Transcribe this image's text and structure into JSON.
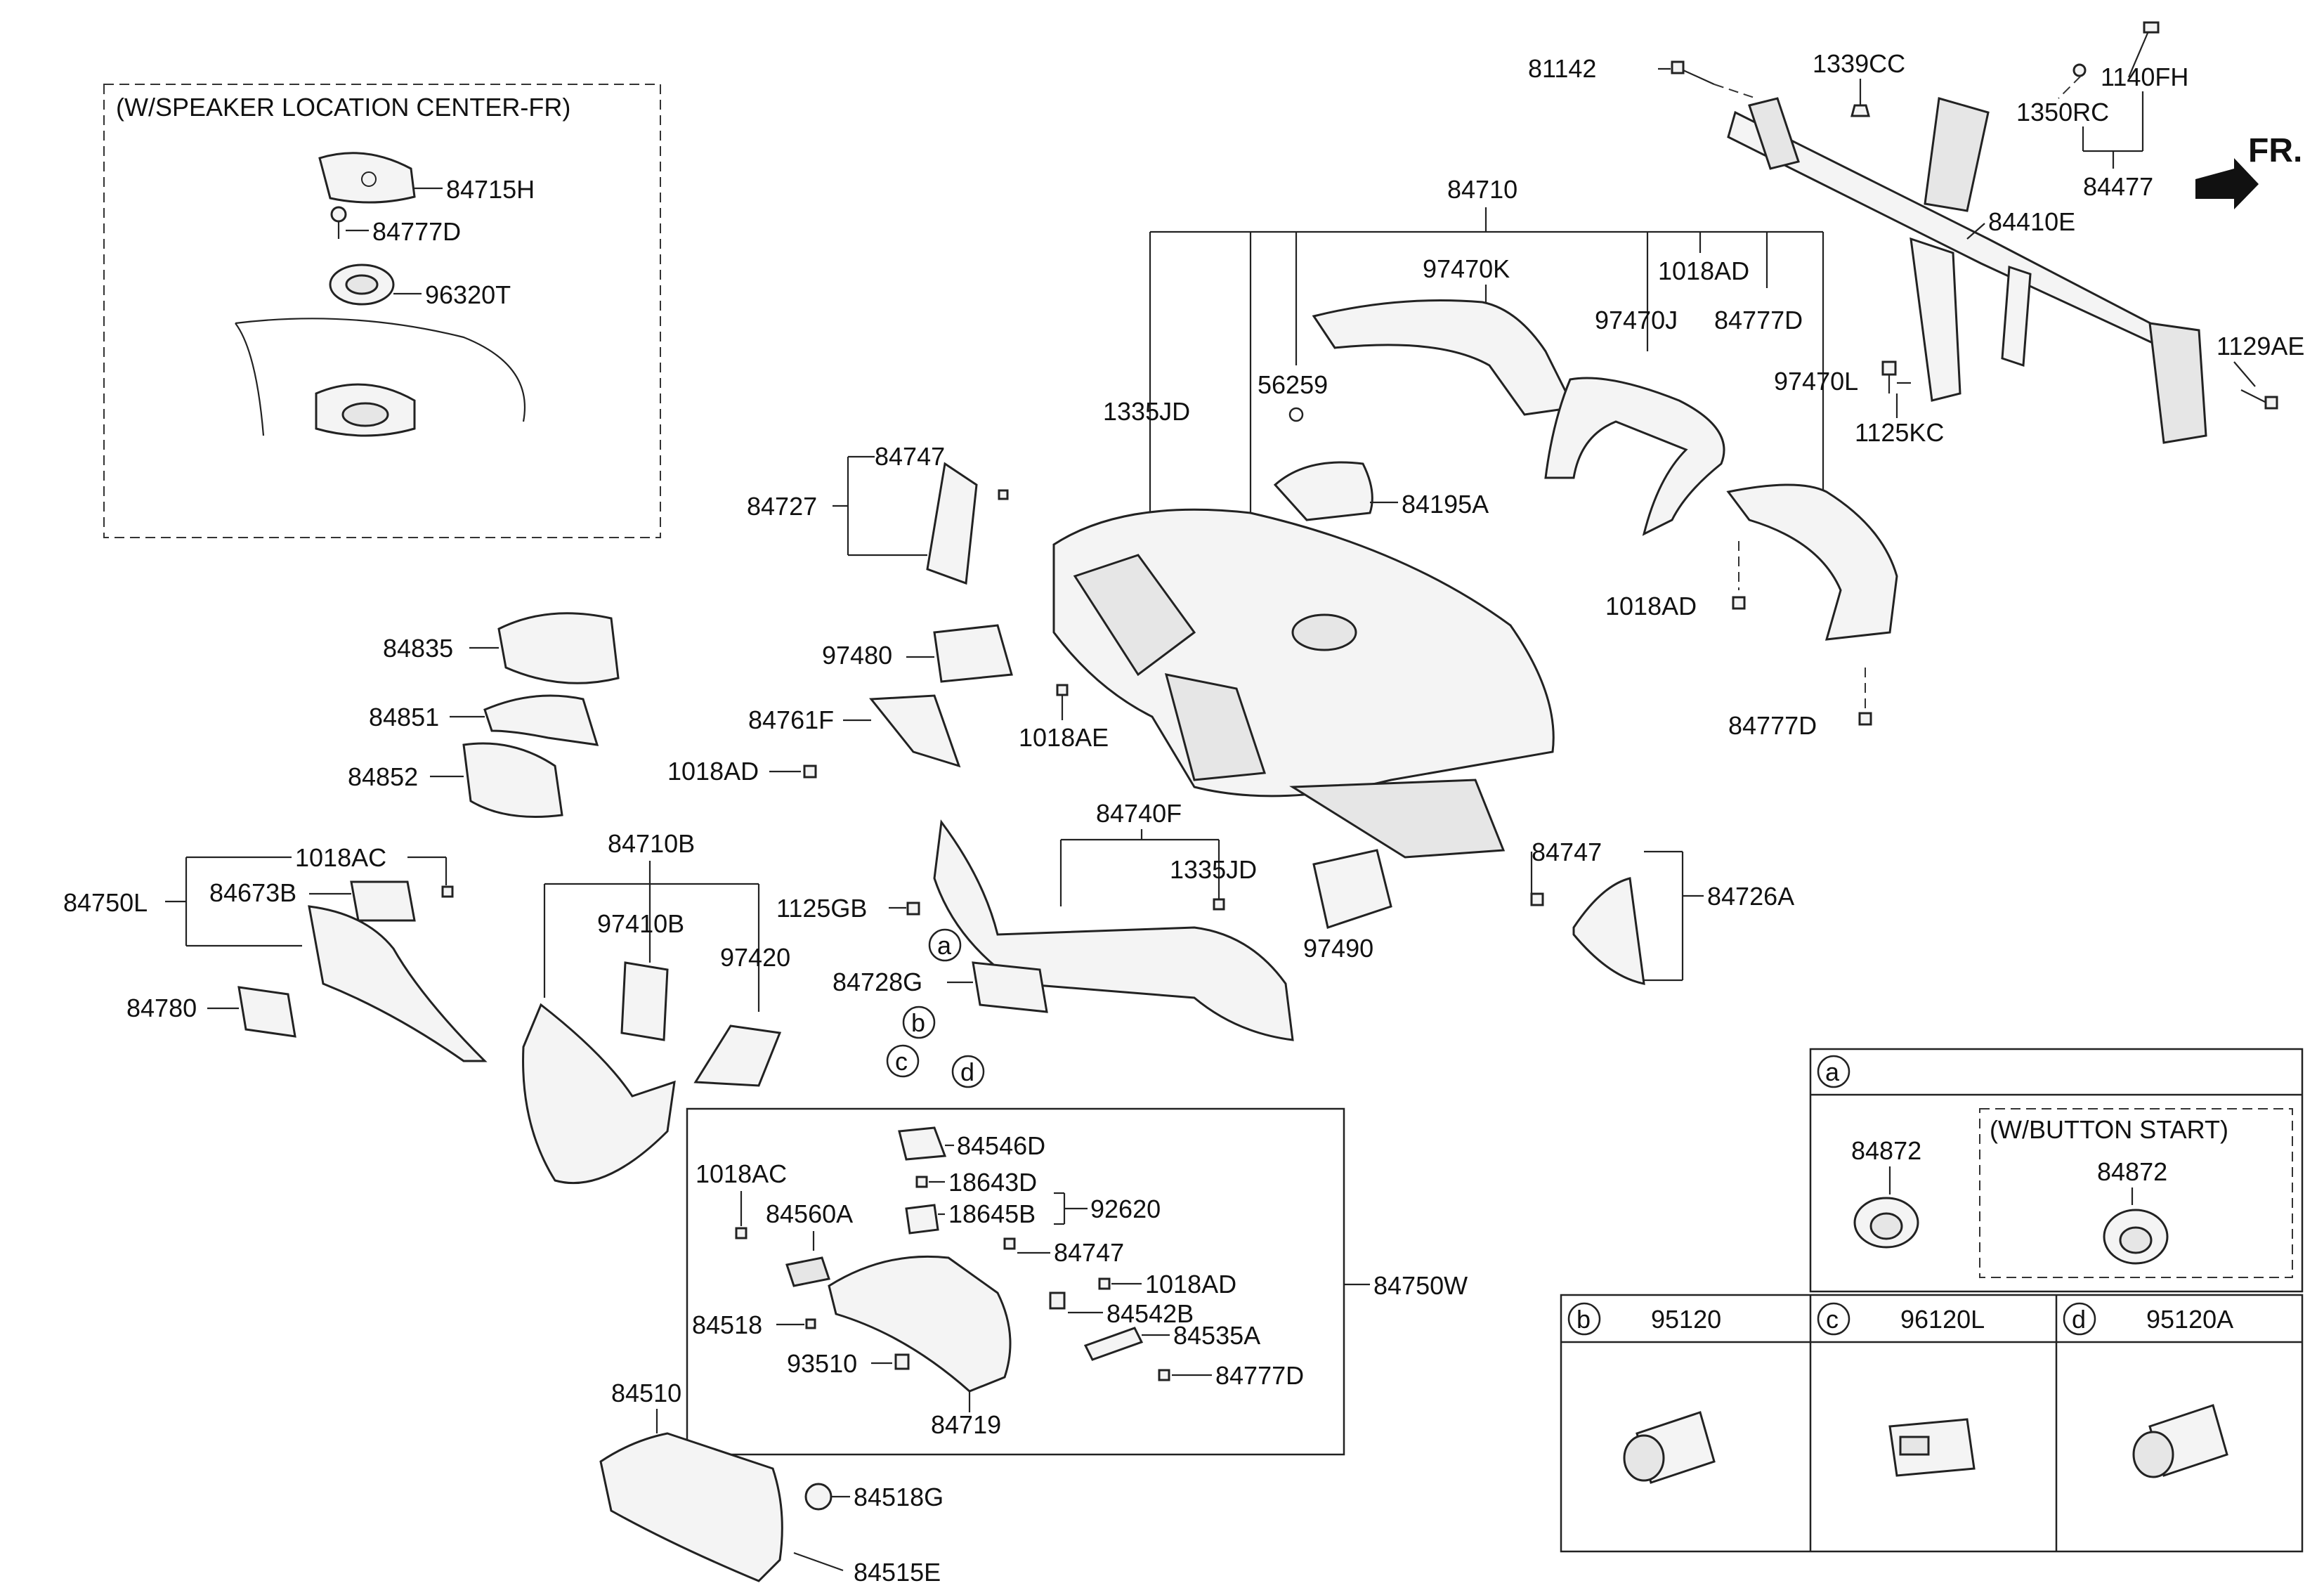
{
  "frame_label": "FR.",
  "inset_speaker": {
    "title": "(W/SPEAKER LOCATION CENTER-FR)",
    "parts": [
      "84715H",
      "84777D",
      "96320T"
    ]
  },
  "labels": {
    "p81142": "81142",
    "p1339CC": "1339CC",
    "p1140FH": "1140FH",
    "p1350RC": "1350RC",
    "p84477": "84477",
    "p84410E": "84410E",
    "p1129AE": "1129AE",
    "p1125KC": "1125KC",
    "p84710": "84710",
    "p97470K": "97470K",
    "p1018AD_top": "1018AD",
    "p84777D_top": "84777D",
    "p97470J": "97470J",
    "p97470L": "97470L",
    "p1335JD_top": "1335JD",
    "p56259": "56259",
    "p84195A": "84195A",
    "p1018AD_right": "1018AD",
    "p84777D_right": "84777D",
    "p84747_a": "84747",
    "p84727": "84727",
    "p97480": "97480",
    "p84761F": "84761F",
    "p1018AE": "1018AE",
    "p1018AD_left": "1018AD",
    "p84835": "84835",
    "p84851": "84851",
    "p84852": "84852",
    "p1018AC_a": "1018AC",
    "p84750L": "84750L",
    "p84673B": "84673B",
    "p84780": "84780",
    "p84710B": "84710B",
    "p97410B": "97410B",
    "p97420": "97420",
    "p84740F": "84740F",
    "p1335JD_mid": "1335JD",
    "p1125GB": "1125GB",
    "p84728G": "84728G",
    "p84747_b": "84747",
    "p84726A": "84726A",
    "p97490": "97490",
    "p84546D": "84546D",
    "p18643D": "18643D",
    "p18645B": "18645B",
    "p92620": "92620",
    "p1018AC_b": "1018AC",
    "p84560A": "84560A",
    "p84747_c": "84747",
    "p1018AD_glove": "1018AD",
    "p84750W": "84750W",
    "p84518": "84518",
    "p84542B": "84542B",
    "p84535A": "84535A",
    "p93510": "93510",
    "p84777D_glove": "84777D",
    "p84719": "84719",
    "p84510": "84510",
    "p84518G": "84518G",
    "p84515E": "84515E"
  },
  "callouts": {
    "a": "a",
    "b": "b",
    "c": "c",
    "d": "d"
  },
  "legend": {
    "a": {
      "key": "a",
      "part_std": "84872",
      "subtitle": "(W/BUTTON START)",
      "part_btn": "84872"
    },
    "b": {
      "key": "b",
      "part": "95120"
    },
    "c": {
      "key": "c",
      "part": "96120L"
    },
    "d": {
      "key": "d",
      "part": "95120A"
    }
  }
}
